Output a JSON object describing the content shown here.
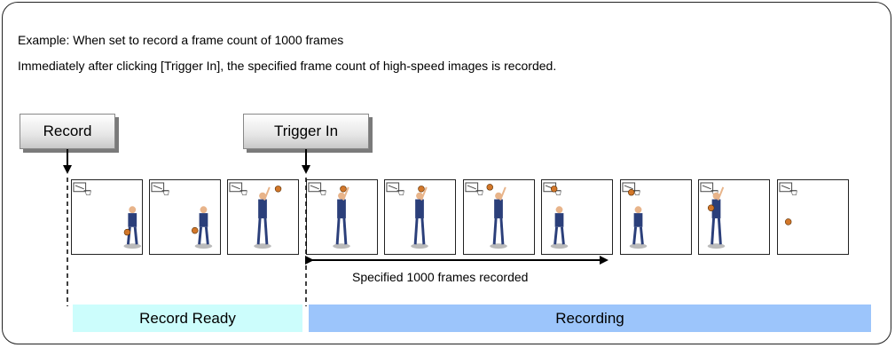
{
  "notes": {
    "line1": "Example:  When set to record a frame count of 1000 frames",
    "line2": "Immediately after clicking [Trigger In], the specified frame count of high-speed images is recorded."
  },
  "labels": {
    "record": "Record",
    "trigger_in": "Trigger In"
  },
  "bars": {
    "record_ready": "Record Ready",
    "recording": "Recording"
  },
  "caption": "Specified 1000 frames recorded",
  "colors": {
    "record_ready_bar": "#ccfdfc",
    "recording_bar": "#9cc5fb",
    "player_jersey": "#2b3f7a",
    "ball": "#d2772a"
  },
  "frames": [
    {
      "pose": "crouch",
      "ball": "held-low"
    },
    {
      "pose": "dribble",
      "ball": "held-mid"
    },
    {
      "pose": "rise",
      "ball": "held-high"
    },
    {
      "pose": "jump",
      "ball": "overhead"
    },
    {
      "pose": "jump",
      "ball": "overhead"
    },
    {
      "pose": "shoot",
      "ball": "released"
    },
    {
      "pose": "land",
      "ball": "near-rim"
    },
    {
      "pose": "crouch",
      "ball": "at-rim"
    },
    {
      "pose": "stand",
      "ball": "falling"
    },
    {
      "pose": "none",
      "ball": "dropped"
    }
  ]
}
